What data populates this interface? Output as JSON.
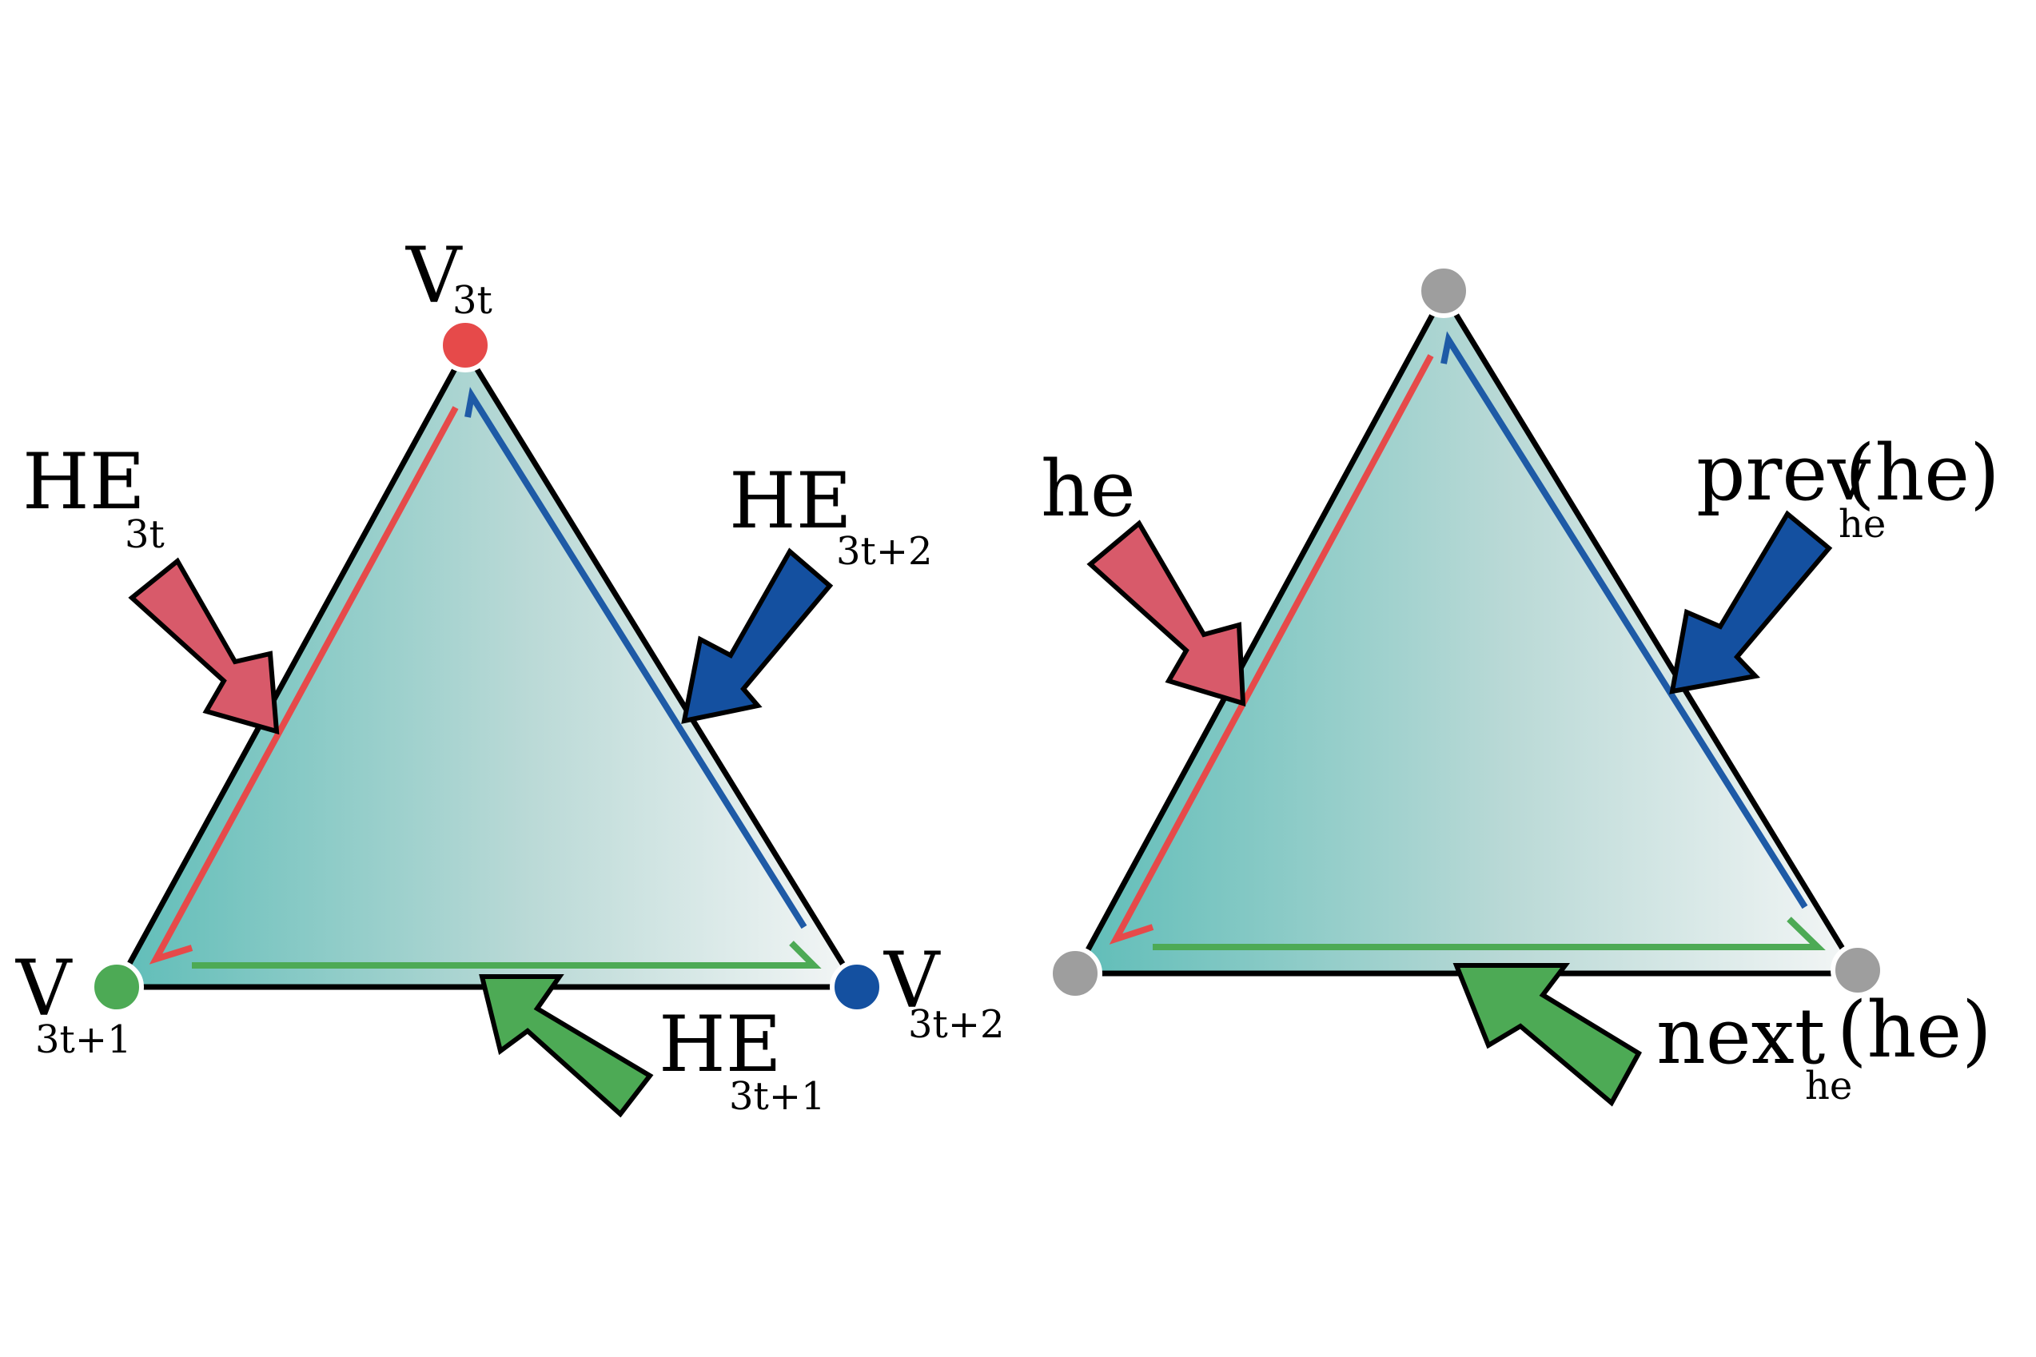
{
  "colors": {
    "red": "#e64a4a",
    "red_arrow": "#d85a6a",
    "blue": "#1e5aa6",
    "blue_arrow": "#1450a0",
    "green": "#4daa55",
    "gray": "#9e9e9e",
    "fill_dark": "#5fbdb8",
    "fill_light": "#f4f6f6"
  },
  "left_diagram": {
    "vertex_top": {
      "main": "V",
      "sub": "3t",
      "color": "red"
    },
    "vertex_left": {
      "main": "V",
      "sub": "3t+1",
      "color": "green"
    },
    "vertex_right": {
      "main": "V",
      "sub": "3t+2",
      "color": "blue"
    },
    "halfedge_left": {
      "main": "HE",
      "sub": "3t",
      "color": "red"
    },
    "halfedge_right": {
      "main": "HE",
      "sub": "3t+2",
      "color": "blue"
    },
    "halfedge_bottom": {
      "main": "HE",
      "sub": "3t+1",
      "color": "green"
    }
  },
  "right_diagram": {
    "vertex_color": "gray",
    "label_he": {
      "main": "he"
    },
    "label_prev": {
      "main": "prev",
      "sub": "he",
      "suffix": "(he)"
    },
    "label_next": {
      "main": "next",
      "sub": "he",
      "suffix": "(he)"
    }
  }
}
